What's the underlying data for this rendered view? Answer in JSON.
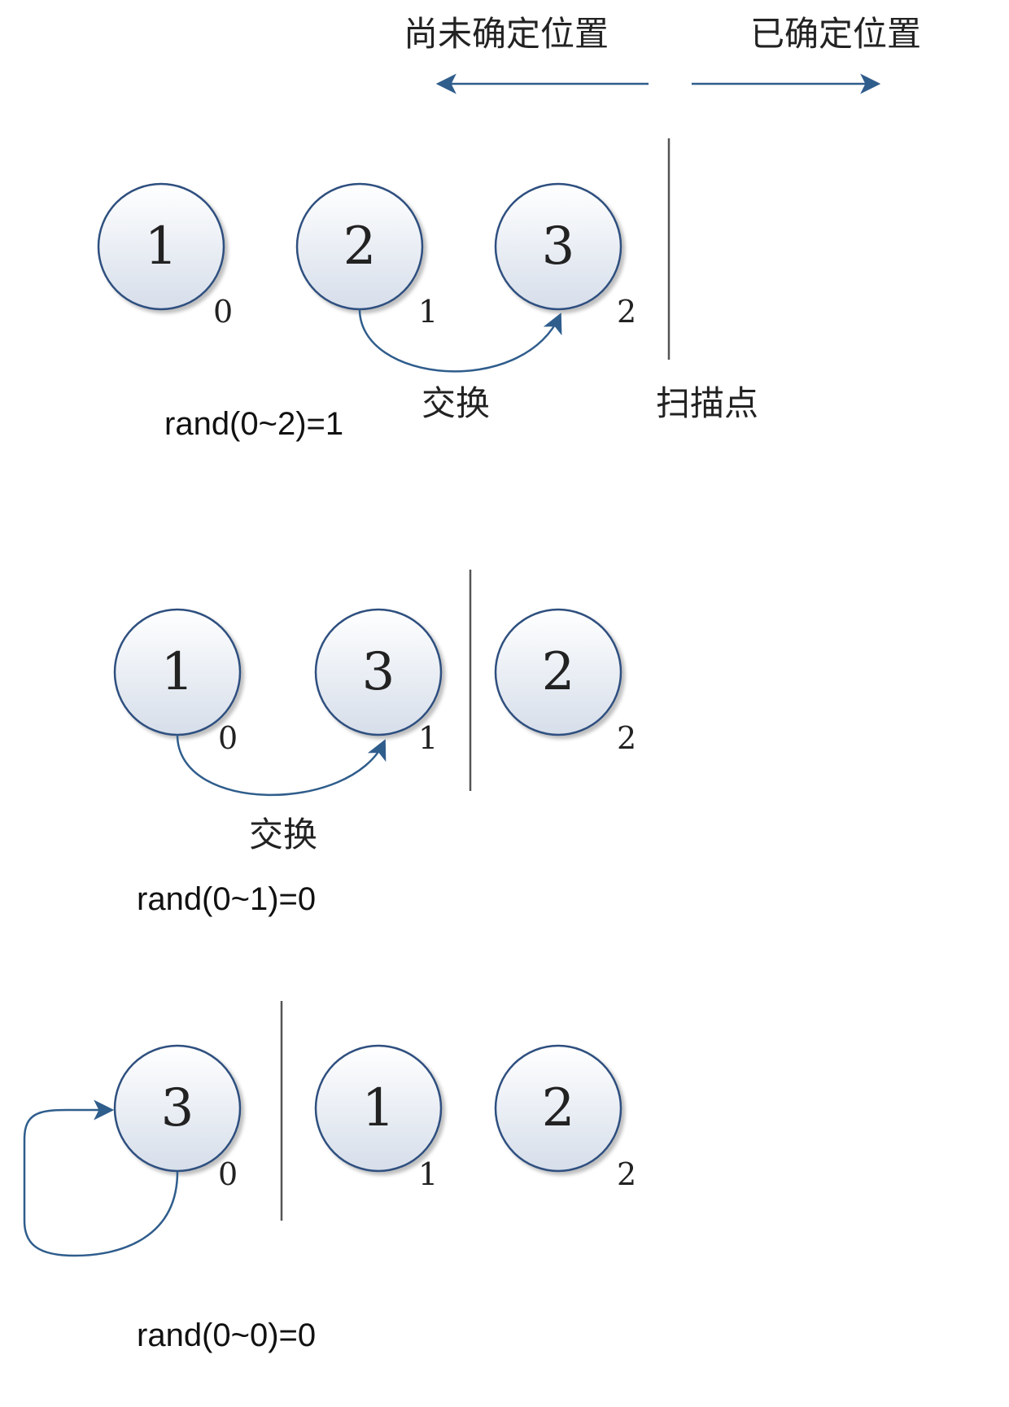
{
  "legend": {
    "unsorted_label": "尚未确定位置",
    "sorted_label": "已确定位置"
  },
  "scan_label": "扫描点",
  "swap_label": "交换",
  "colors": {
    "node_stroke": "#2f4f7f",
    "node_fill_top": "#ffffff",
    "node_fill_bottom": "#d6deea",
    "arrow": "#2f5d8c",
    "divider": "#555555"
  },
  "steps": [
    {
      "rand_text": "rand(0~2)=1",
      "nodes": [
        {
          "value": "1",
          "index": "0"
        },
        {
          "value": "2",
          "index": "1"
        },
        {
          "value": "3",
          "index": "2"
        }
      ]
    },
    {
      "rand_text": "rand(0~1)=0",
      "nodes": [
        {
          "value": "1",
          "index": "0"
        },
        {
          "value": "3",
          "index": "1"
        },
        {
          "value": "2",
          "index": "2"
        }
      ]
    },
    {
      "rand_text": "rand(0~0)=0",
      "nodes": [
        {
          "value": "3",
          "index": "0"
        },
        {
          "value": "1",
          "index": "1"
        },
        {
          "value": "2",
          "index": "2"
        }
      ]
    }
  ]
}
